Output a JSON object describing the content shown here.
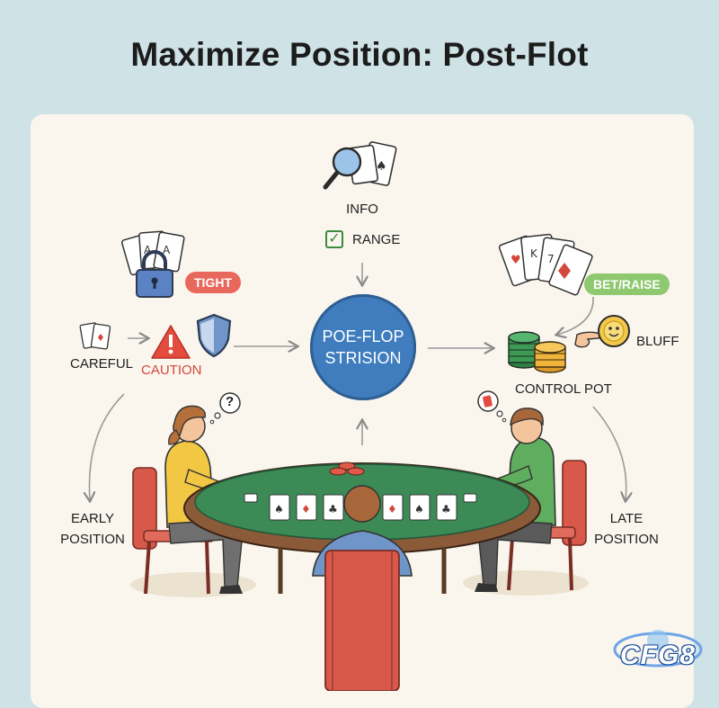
{
  "title": "Maximize Position: Post-Flot",
  "hub": {
    "line1": "POE-FLOP",
    "line2": "STRISION"
  },
  "top": {
    "info": "INFO",
    "range": "RANGE",
    "check_glyph": "✓"
  },
  "left": {
    "tight": "TIGHT",
    "careful": "CAREFUL",
    "caution": "CAUTION",
    "early_line1": "EARLY",
    "early_line2": "POSITION"
  },
  "right": {
    "bet_raise": "BET/RAISE",
    "bluff": "BLUFF",
    "control_pot": "CONTROL POT",
    "late_line1": "LATE",
    "late_line2": "POSITION"
  },
  "thought_glyph": "?",
  "logo": "CFG8",
  "colors": {
    "background": "#cfe3e6",
    "card": "#faf6ee",
    "hub": "#3f7dbf",
    "table_felt": "#3c8a56",
    "table_rim": "#8b5a38",
    "chair": "#d8584a",
    "tight_pill": "#e9685c",
    "bet_pill": "#8ec86f",
    "caution": "#d4473c"
  },
  "icons": [
    "magnifier-cards-icon",
    "check-icon",
    "cards-lock-icon",
    "cards-icon",
    "warning-icon",
    "shield-icon",
    "poker-chips-icon",
    "pointing-hand-icon",
    "smiley-coin-icon",
    "question-thought-icon",
    "card-thought-icon"
  ]
}
